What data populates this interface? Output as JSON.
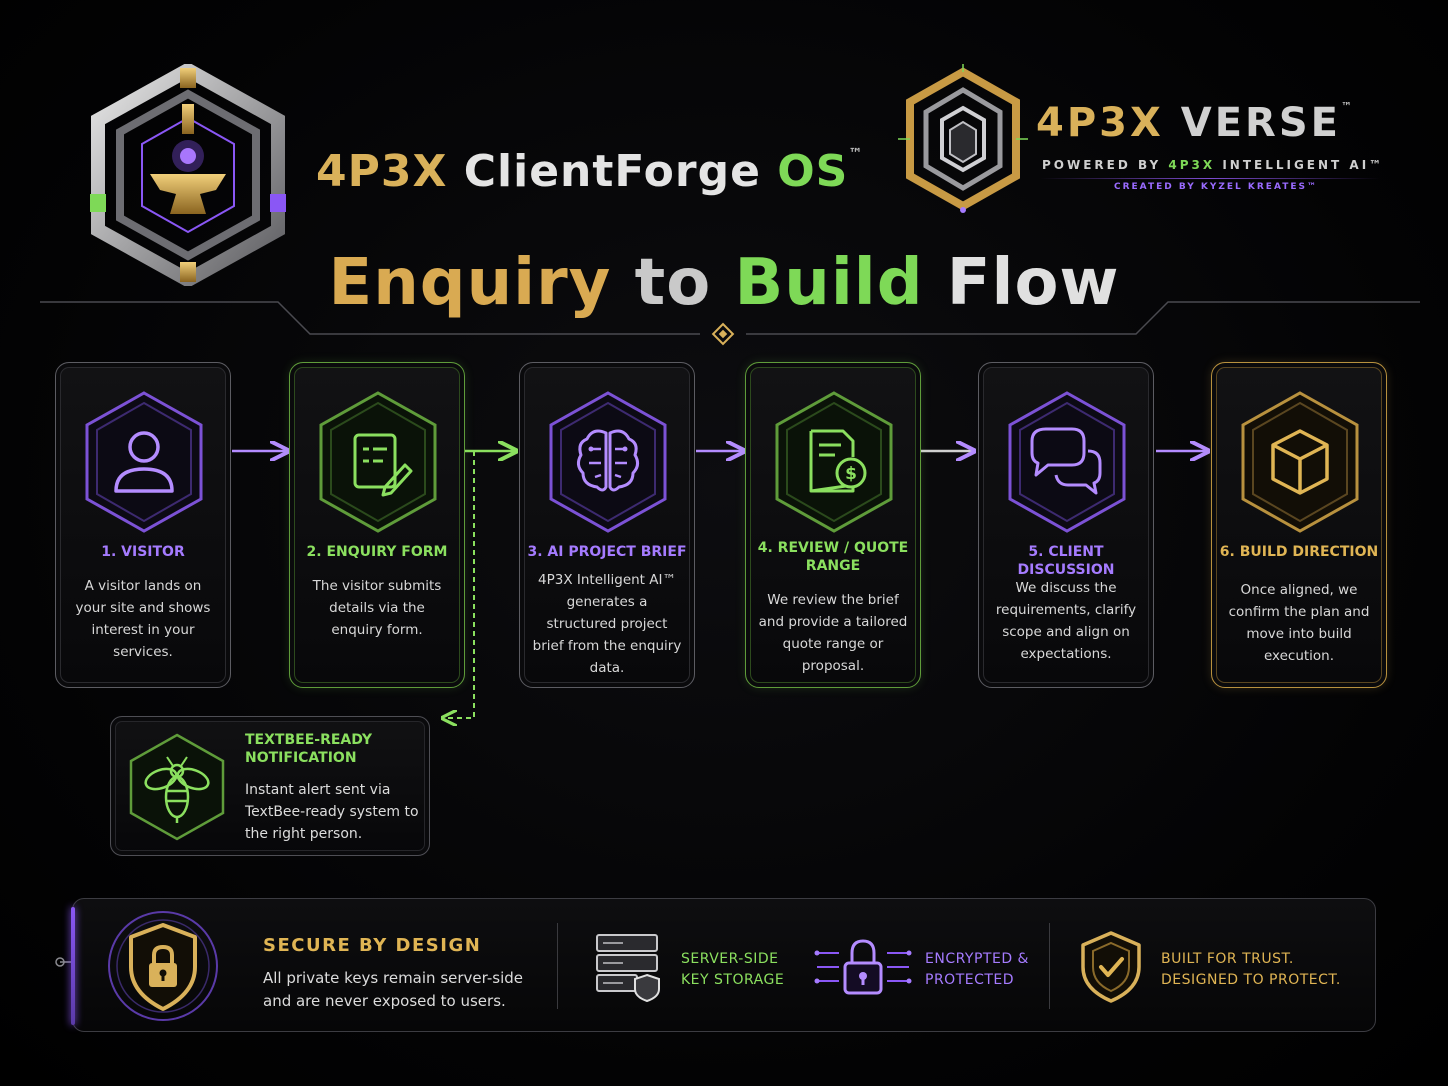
{
  "brand": {
    "part1": "4P3X",
    "part2": "ClientForge",
    "part3": "OS",
    "mark": "™"
  },
  "verse": {
    "part1": "4P3X",
    "part2": "VERSE",
    "mark": "™",
    "powered_prefix": "POWERED BY",
    "powered_brand": "4P3X",
    "powered_suffix": "INTELLIGENT AI™",
    "created": "CREATED BY KYZEL KREATES™"
  },
  "title": {
    "w1": "Enquiry",
    "w2": "to",
    "w3": "Build",
    "w4": "Flow"
  },
  "steps": [
    {
      "label": "1. VISITOR",
      "desc": "A visitor lands on your site and shows interest in your services.",
      "icon": "user-icon",
      "color": "#a57bff"
    },
    {
      "label": "2. ENQUIRY FORM",
      "desc": "The visitor submits details via the enquiry form.",
      "icon": "form-edit-icon",
      "color": "#8be05f"
    },
    {
      "label": "3. AI PROJECT BRIEF",
      "desc": "4P3X Intelligent AI™ generates a structured project brief from the enquiry data.",
      "icon": "brain-icon",
      "color": "#a57bff"
    },
    {
      "label": "4. REVIEW / QUOTE RANGE",
      "desc": "We review the brief and provide a tailored quote range or proposal.",
      "icon": "quote-document-icon",
      "color": "#8be05f"
    },
    {
      "label": "5. CLIENT DISCUSSION",
      "desc": "We discuss the requirements, clarify scope and align on expectations.",
      "icon": "chat-bubbles-icon",
      "color": "#a57bff"
    },
    {
      "label": "6. BUILD DIRECTION",
      "desc": "Once aligned, we confirm the plan and move into build execution.",
      "icon": "cube-icon",
      "color": "#e0b554"
    }
  ],
  "notification": {
    "title": "TEXTBEE-READY NOTIFICATION",
    "desc": "Instant alert sent via TextBee-ready system to the right person.",
    "icon": "bee-icon"
  },
  "security": {
    "title": "SECURE BY DESIGN",
    "desc": "All private keys remain server-side and are never exposed to users.",
    "features": [
      {
        "line1": "SERVER-SIDE",
        "line2": "KEY STORAGE",
        "icon": "server-shield-icon",
        "color": "#8be05f"
      },
      {
        "line1": "ENCRYPTED &",
        "line2": "PROTECTED",
        "icon": "circuit-lock-icon",
        "color": "#a57bff"
      },
      {
        "line1": "BUILT FOR TRUST.",
        "line2": "DESIGNED TO PROTECT.",
        "icon": "check-shield-icon",
        "color": "#e0b554"
      }
    ]
  },
  "colors": {
    "gold": "#d9b15a",
    "green": "#7ed957",
    "purple": "#a57bff",
    "background": "#000000"
  }
}
